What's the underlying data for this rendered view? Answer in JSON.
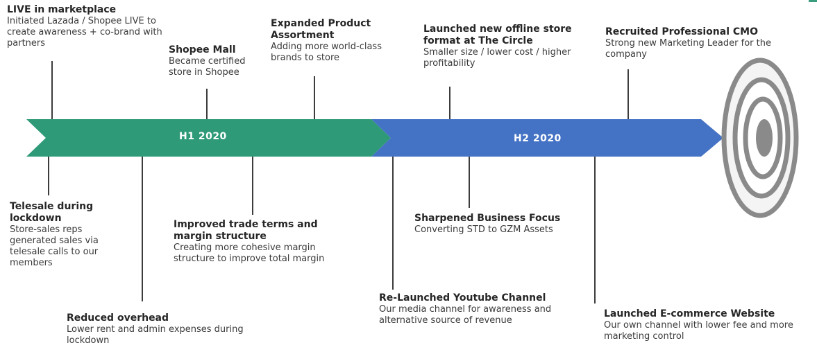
{
  "colors": {
    "h1_arrow": "#2f9a78",
    "h2_arrow": "#4472c4",
    "line": "#3c3c3c",
    "target_ring": "#8a8a8a"
  },
  "phases": {
    "h1": "H1 2020",
    "h2": "H2 2020"
  },
  "milestones": [
    {
      "title": "LIVE in marketplace",
      "desc": "Initiated Lazada / Shopee LIVE to create awareness + co-brand with partners"
    },
    {
      "title": "Shopee Mall",
      "desc": "Became certified store in Shopee"
    },
    {
      "title": "Expanded Product Assortment",
      "desc": "Adding more world-class brands to store"
    },
    {
      "title": "Launched new offline store format at The Circle",
      "desc": "Smaller size / lower cost / higher profitability"
    },
    {
      "title": "Recruited Professional CMO",
      "desc": "Strong new Marketing Leader for the company"
    },
    {
      "title": "Telesale during lockdown",
      "desc": "Store-sales reps generated sales via telesale calls to our members"
    },
    {
      "title": "Reduced overhead",
      "desc": "Lower rent and admin expenses during lockdown"
    },
    {
      "title": "Improved trade terms and margin structure",
      "desc": "Creating more cohesive margin structure to improve total margin"
    },
    {
      "title": "Sharpened Business Focus",
      "desc": "Converting STD to GZM Assets"
    },
    {
      "title": "Re-Launched Youtube Channel",
      "desc": "Our media channel for awareness and alternative source of revenue"
    },
    {
      "title": "Launched E-commerce Website",
      "desc": "Our own channel with lower fee and more marketing control"
    }
  ]
}
